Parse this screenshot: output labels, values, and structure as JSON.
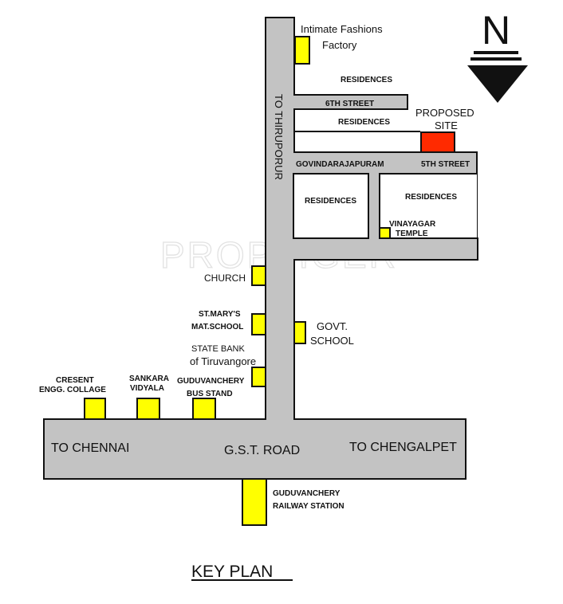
{
  "watermark": "PROPTIGER",
  "compass": {
    "label": "N"
  },
  "title": "KEY PLAN",
  "roads": {
    "gst_road": "G.S.T. ROAD",
    "to_chennai": "TO CHENNAI",
    "to_chengalpet": "TO CHENGALPET",
    "to_thiruporur": "TO THIRUPORUR",
    "sixth_street": "6TH STREET",
    "govindarajapuram": "GOVINDARAJAPURAM",
    "fifth_street": "5TH STREET"
  },
  "blocks": {
    "residences_top": "RESIDENCES",
    "residences_mid": "RESIDENCES",
    "residences_left": "RESIDENCES",
    "residences_right": "RESIDENCES"
  },
  "landmarks": {
    "intimate_line1": "Intimate Fashions",
    "intimate_line2": "Factory",
    "proposed_line1": "PROPOSED",
    "proposed_line2": "SITE",
    "vinayagar_line1": "VINAYAGAR",
    "vinayagar_line2": "TEMPLE",
    "church": "CHURCH",
    "stmarys_line1": "ST.MARY'S",
    "stmarys_line2": "MAT.SCHOOL",
    "govt_line1": "GOVT.",
    "govt_line2": "SCHOOL",
    "sbt_line1": "STATE BANK",
    "sbt_line2": "of Tiruvangore",
    "busstand_line1": "GUDUVANCHERY",
    "busstand_line2": "BUS STAND",
    "cresent_line1": "CRESENT",
    "cresent_line2": "ENGG. COLLAGE",
    "sankara_line1": "SANKARA",
    "sankara_line2": "VIDYALA",
    "railway_line1": "GUDUVANCHERY",
    "railway_line2": "RAILWAY STATION"
  },
  "colors": {
    "road": "#c3c3c3",
    "landmark": "#ffff00",
    "proposed_site": "#ff2a00",
    "outline": "#111111"
  }
}
